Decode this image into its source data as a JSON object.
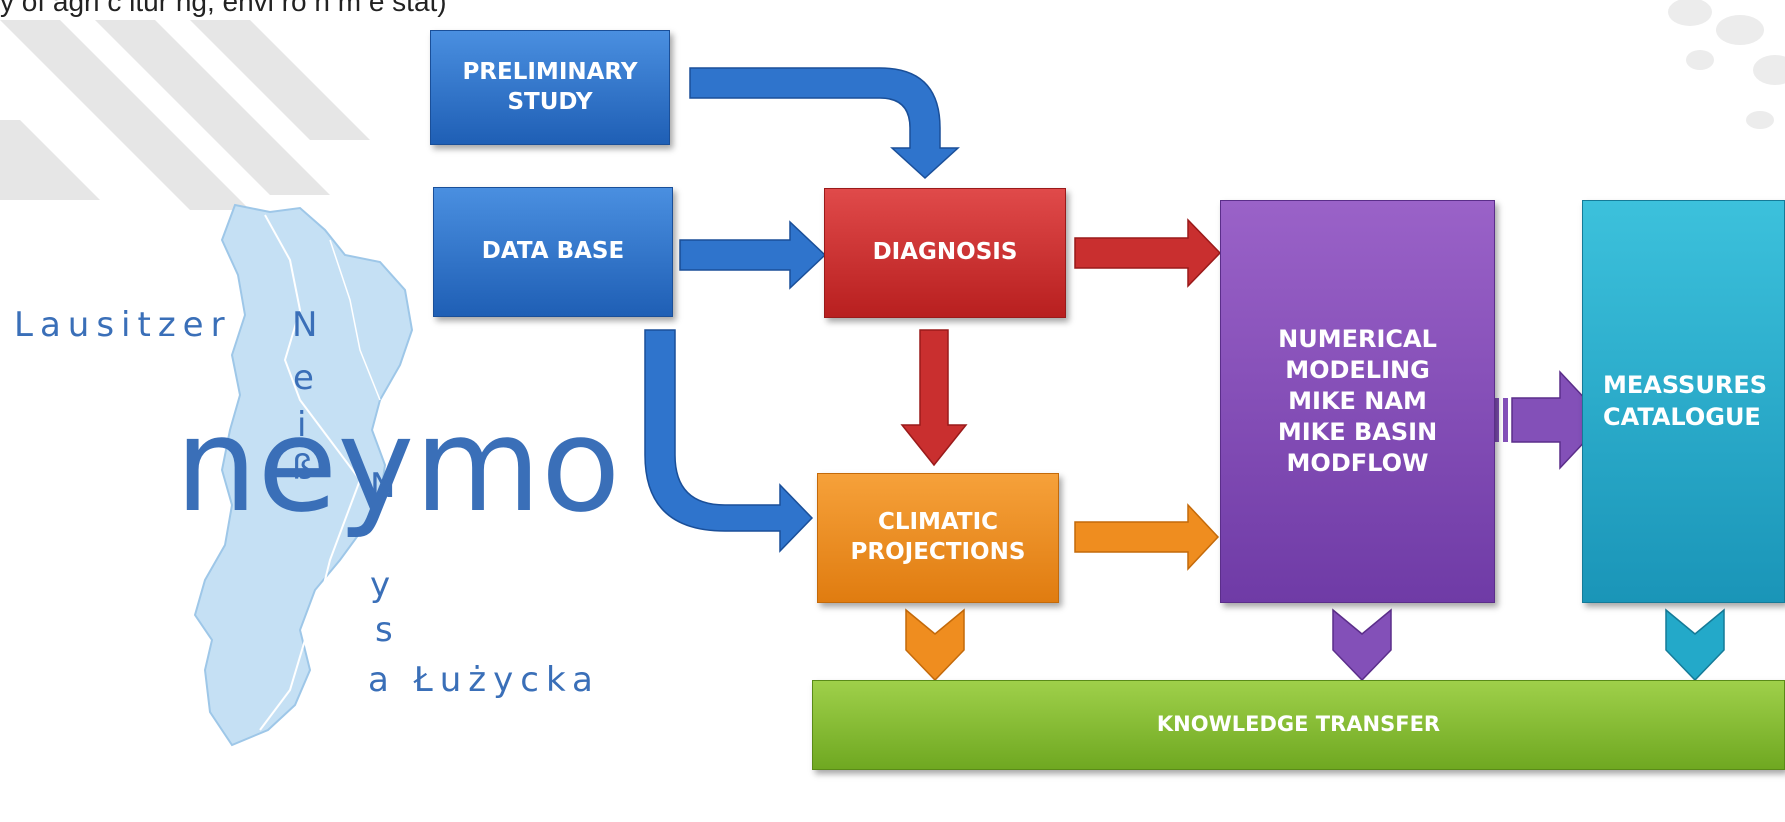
{
  "header": {
    "partial_text": "y of agri c ltur ng, envi ro n m e stat)"
  },
  "boxes": {
    "preliminary_study": "PRELIMINARY STUDY",
    "data_base": "DATA BASE",
    "diagnosis": "DIAGNOSIS",
    "climatic_projections": "CLIMATIC PROJECTIONS",
    "numerical_modeling": "NUMERICAL MODELING MIKE NAM MIKE BASIN MODFLOW",
    "measures_catalogue": "MEASSURES CATALOGUE",
    "knowledge_transfer": "KNOWLEDGE TRANSFER"
  },
  "logo": {
    "text": "neymo",
    "lausitzer": "Lausitzer",
    "neisse_letters": [
      "N",
      "e",
      "i",
      "ß"
    ],
    "nysa_letters": [
      "N",
      "y",
      "s"
    ],
    "luzycka": "a Łużycka"
  },
  "colors": {
    "blue": "#2f74cc",
    "red": "#c92f2f",
    "orange": "#ef8d1f",
    "purple": "#8350b8",
    "teal": "#23a9c9",
    "green": "#86bd34",
    "logo_blue": "#3a6fb8",
    "map_fill": "#c5e0f4"
  }
}
